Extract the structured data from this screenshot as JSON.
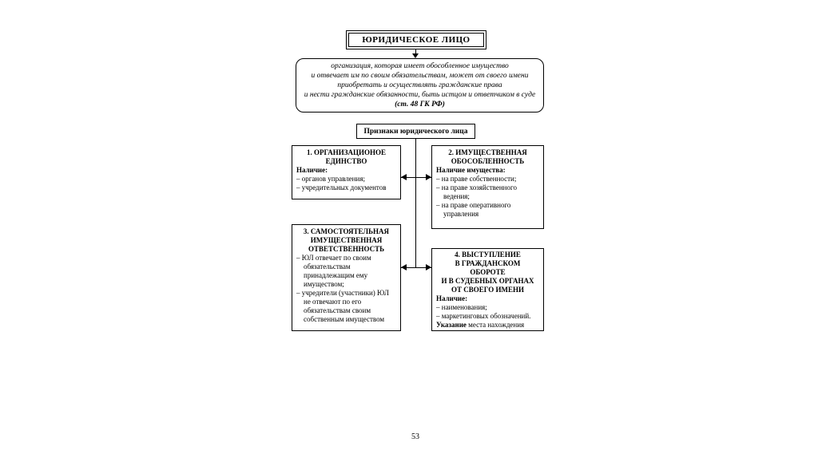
{
  "colors": {
    "background": "#ffffff",
    "line": "#000000",
    "text": "#000000"
  },
  "header": {
    "title": "ЮРИДИЧЕСКОЕ ЛИЦО"
  },
  "definition": {
    "lines": [
      "организация, которая имеет обособленное имущество",
      "и отвечает им по своим обязательствам, может от своего имени",
      "приобретать и осуществлять гражданские права",
      "и нести гражданские обязанности, быть истцом и ответчиком в суде"
    ],
    "reference": "(ст. 48 ГК РФ)"
  },
  "features_header": {
    "label": "Признаки юридического лица"
  },
  "features": {
    "box1": {
      "title_lines": [
        "1. ОРГАНИЗАЦИОНОЕ",
        "ЕДИНСТВО"
      ],
      "subtitle": "Наличие:",
      "items": [
        "– органов управления;",
        "– учредительных документов"
      ]
    },
    "box2": {
      "title_lines": [
        "2. ИМУЩЕСТВЕННАЯ",
        "ОБОСОБЛЕННОСТЬ"
      ],
      "subtitle": "Наличие имущества:",
      "items": [
        "– на праве собственности;",
        "– на праве хозяйственного ведения;",
        "– на праве оперативного управления"
      ]
    },
    "box3": {
      "title_lines": [
        "3. САМОСТОЯТЕЛЬНАЯ",
        "ИМУЩЕСТВЕННАЯ",
        "ОТВЕТСТВЕННОСТЬ"
      ],
      "items": [
        "– ЮЛ отвечает по своим обязательствам принадлежащим ему имуществом;",
        "– учредители (участники) ЮЛ не отвечают по его обязательствам своим собственным имуществом"
      ]
    },
    "box4": {
      "title_lines": [
        "4. ВЫСТУПЛЕНИЕ",
        "В ГРАЖДАНСКОМ",
        "ОБОРОТЕ",
        "И В СУДЕБНЫХ ОРГАНАХ",
        "ОТ СВОЕГО ИМЕНИ"
      ],
      "subtitle": "Наличие:",
      "items": [
        "– наименования;",
        "– маркетинговых обозначений."
      ],
      "note_bold": "Указание",
      "note_rest": " места нахождения"
    }
  },
  "page": {
    "number": "53"
  }
}
